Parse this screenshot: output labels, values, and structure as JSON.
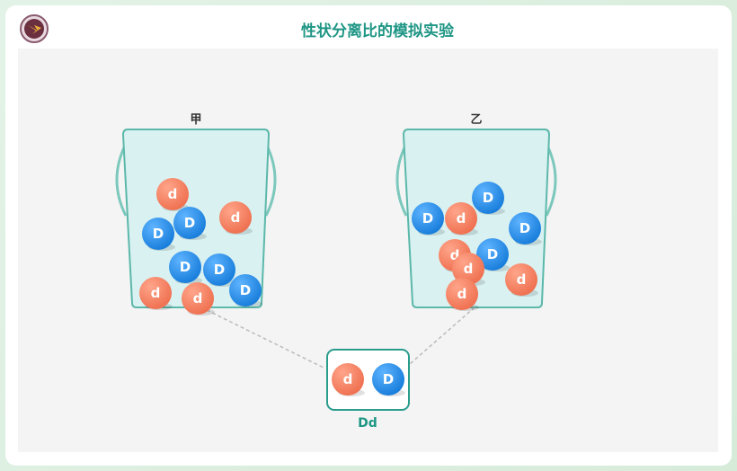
{
  "header": {
    "title": "性状分离比的模拟实验",
    "logo": "school-emblem-icon"
  },
  "buckets": [
    {
      "label": "甲",
      "balls": [
        "d",
        "d",
        "D",
        "D",
        "D",
        "D",
        "D",
        "d",
        "d"
      ]
    },
    {
      "label": "乙",
      "balls": [
        "D",
        "d",
        "D",
        "D",
        "d",
        "D",
        "d",
        "d",
        "d"
      ]
    }
  ],
  "result": {
    "balls": [
      "d",
      "D"
    ],
    "label": "Dd"
  },
  "colors": {
    "D": "#2288e6",
    "d": "#f47d5e",
    "accent": "#1f9685",
    "bucket_fill": "#d9f1f1",
    "bucket_stroke": "#5cb8aa"
  }
}
